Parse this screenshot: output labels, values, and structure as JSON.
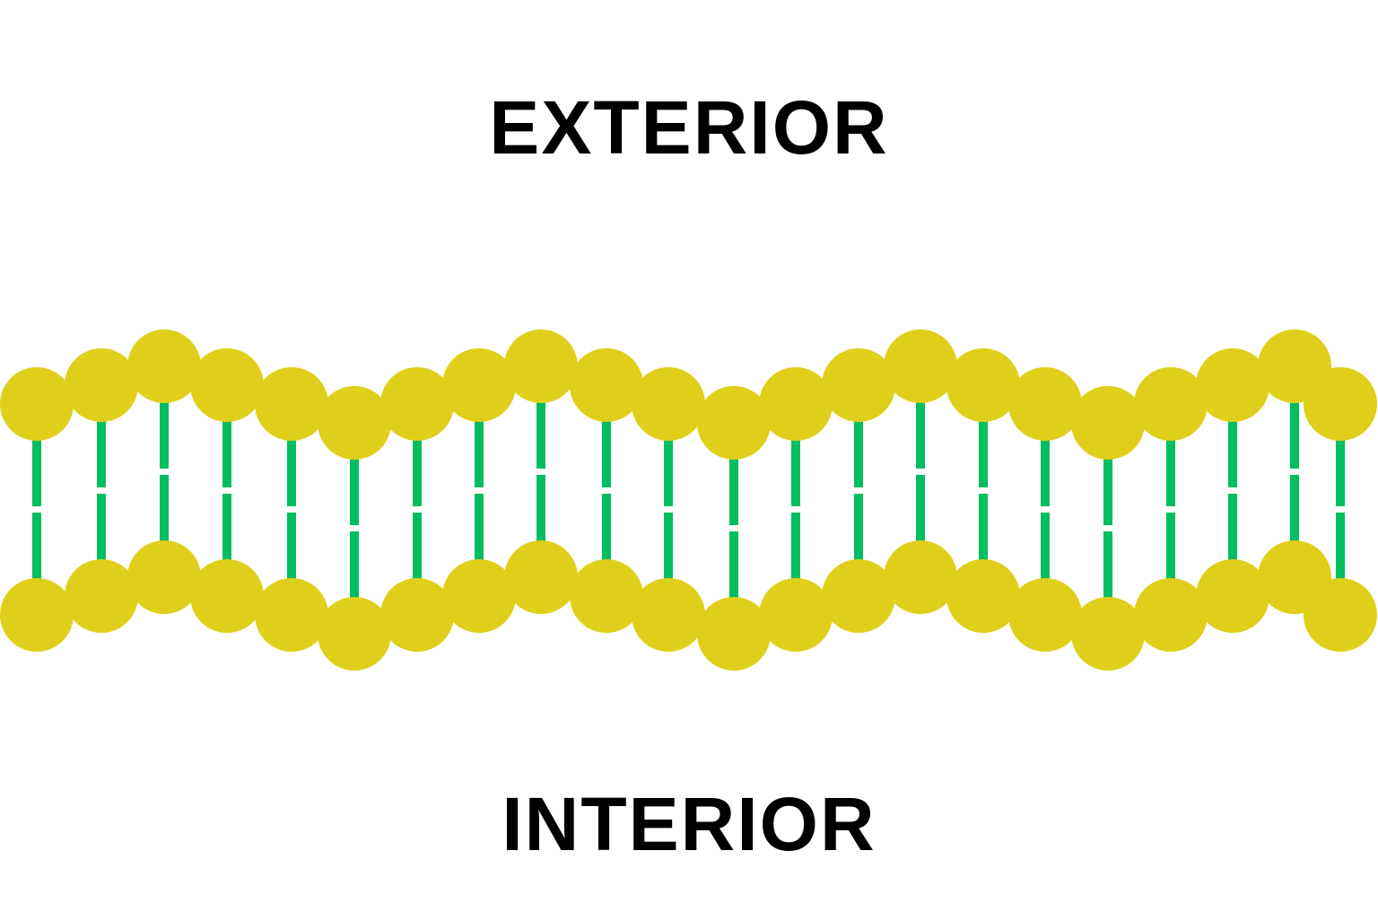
{
  "labels": {
    "top": "EXTERIOR",
    "bottom": "INTERIOR"
  },
  "colors": {
    "head": "#E0CF1A",
    "tail": "#00BE5F",
    "background": "#FFFFFF"
  },
  "bilayer": {
    "lipid_count_per_layer": 22
  }
}
